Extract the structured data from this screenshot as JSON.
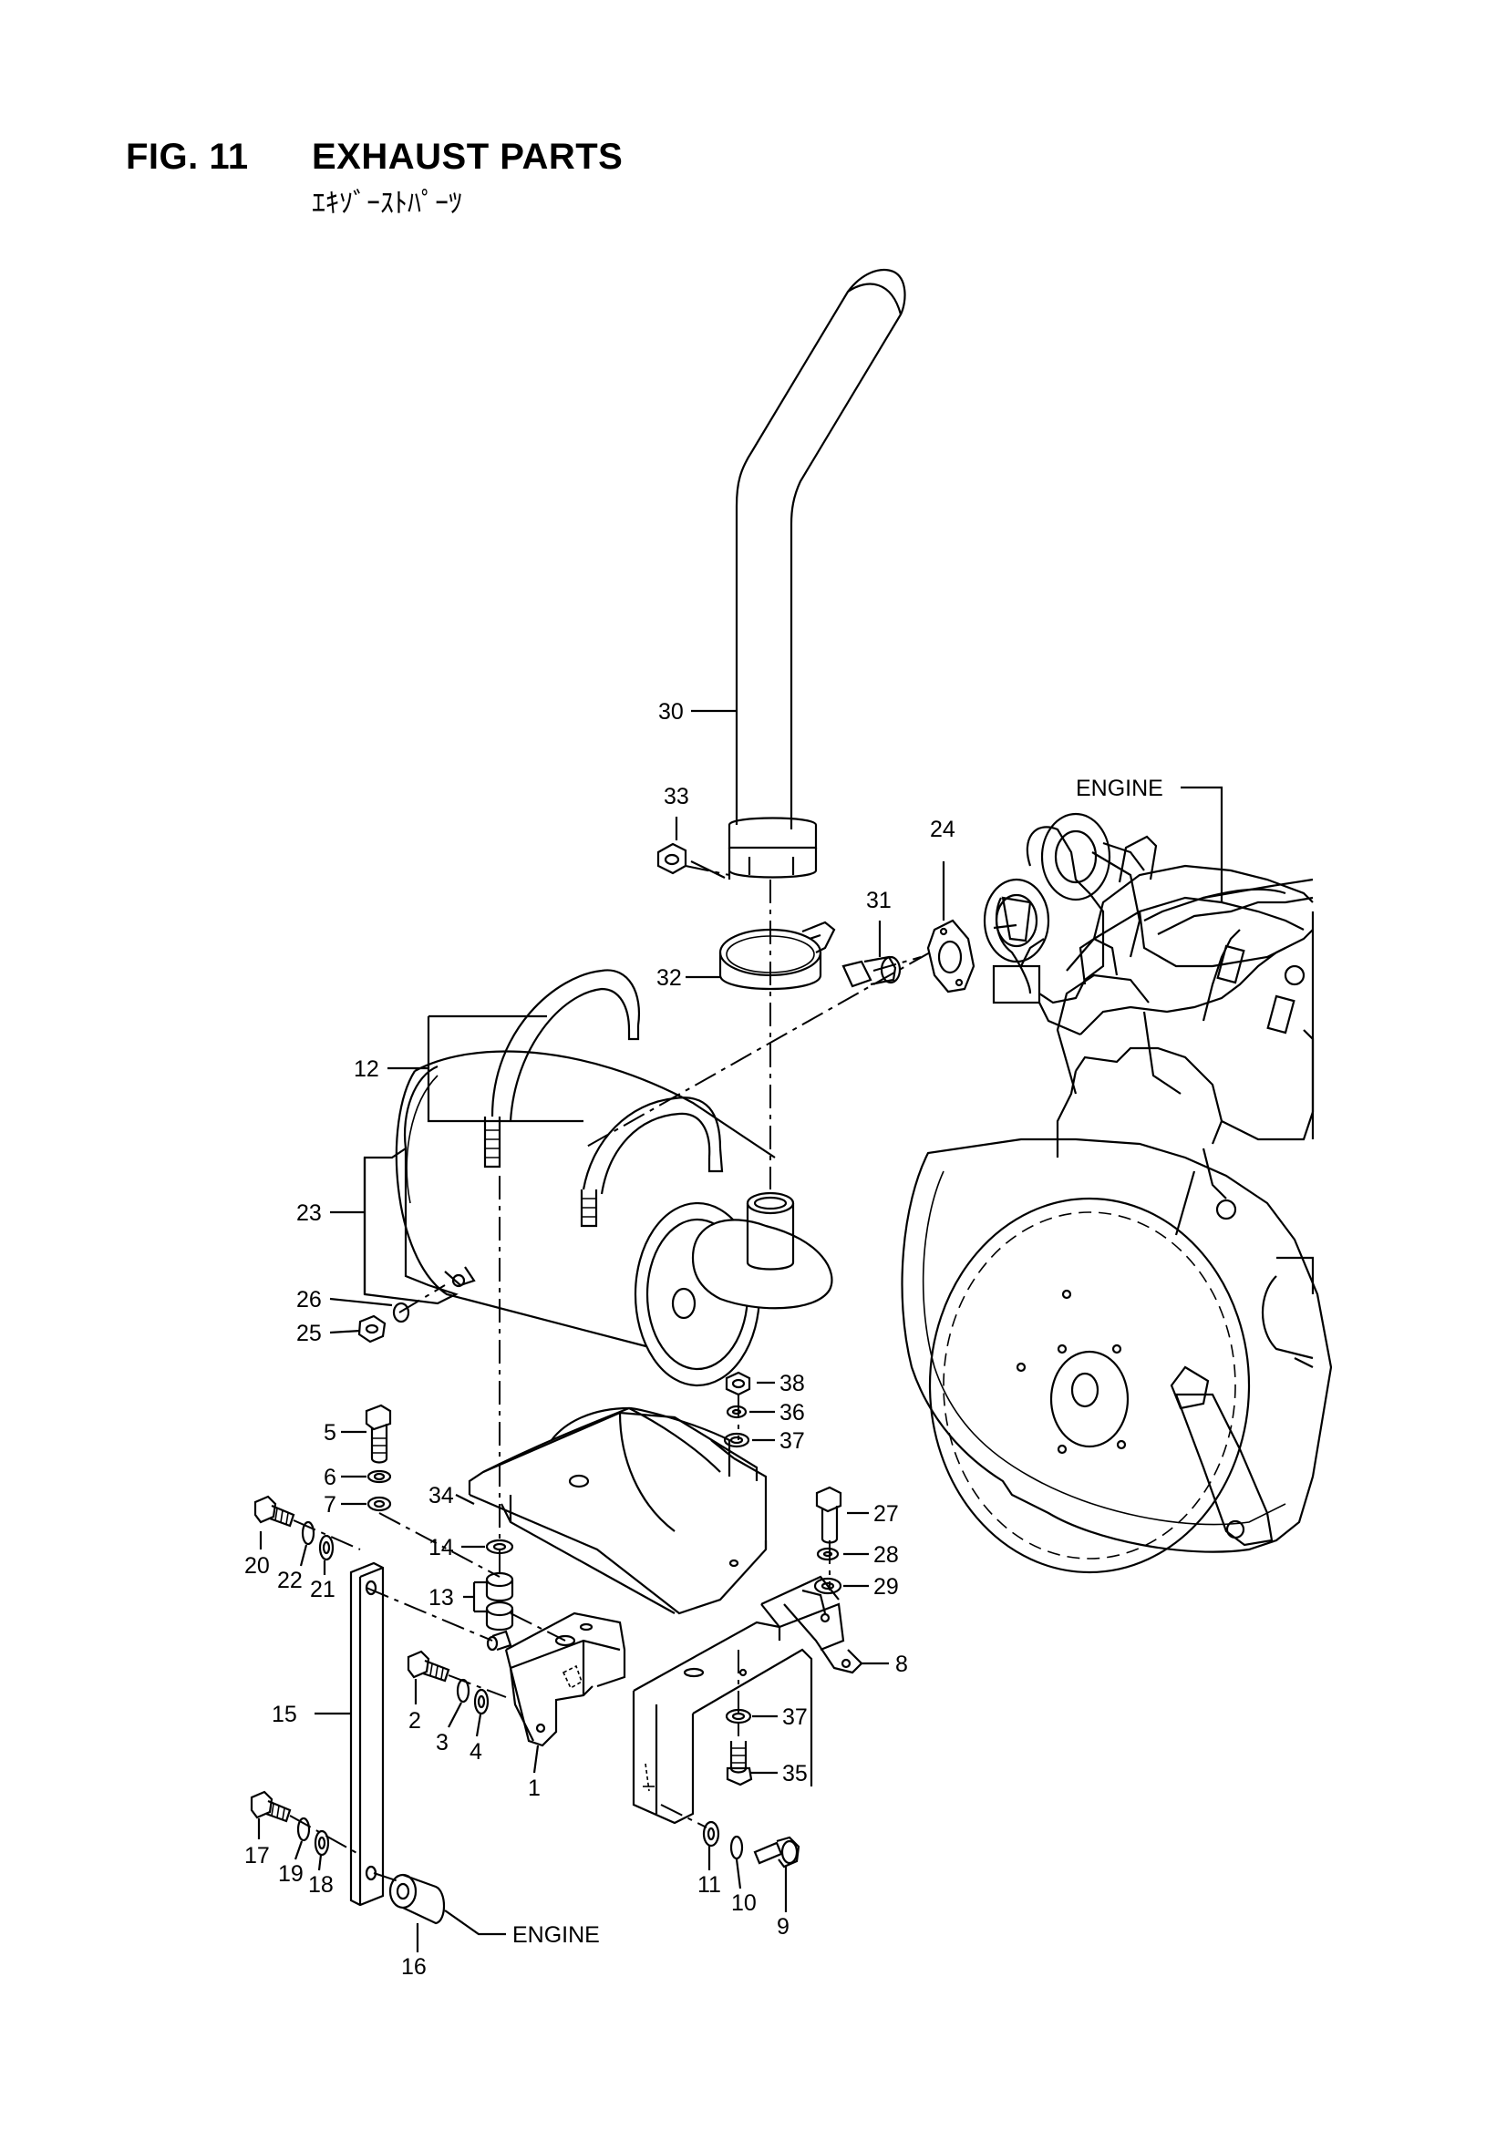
{
  "header": {
    "figure_number": "FIG. 11",
    "title": "EXHAUST PARTS",
    "subtitle": "ｴｷｿﾞｰｽﾄﾊﾟｰﾂ"
  },
  "callouts": {
    "c1": "1",
    "c2": "2",
    "c3": "3",
    "c4": "4",
    "c5": "5",
    "c6": "6",
    "c7": "7",
    "c8": "8",
    "c9": "9",
    "c10": "10",
    "c11": "11",
    "c12": "12",
    "c13": "13",
    "c14": "14",
    "c15": "15",
    "c16": "16",
    "c17": "17",
    "c18": "18",
    "c19": "19",
    "c20": "20",
    "c21": "21",
    "c22": "22",
    "c23": "23",
    "c24": "24",
    "c25": "25",
    "c26": "26",
    "c27": "27",
    "c28": "28",
    "c29": "29",
    "c30": "30",
    "c31": "31",
    "c32": "32",
    "c33": "33",
    "c34": "34",
    "c35": "35",
    "c36": "36",
    "c37a": "37",
    "c37b": "37",
    "c38": "38",
    "engine_top": "ENGINE",
    "engine_bottom": "ENGINE"
  }
}
